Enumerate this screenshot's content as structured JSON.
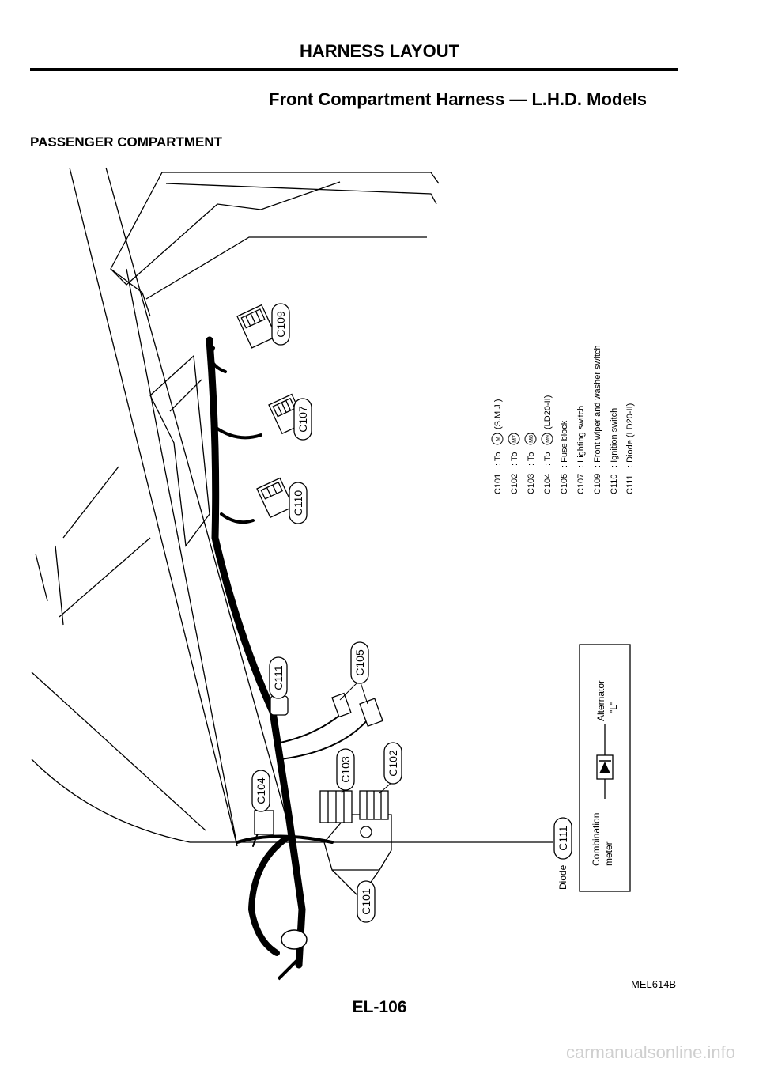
{
  "header": {
    "title": "HARNESS LAYOUT",
    "subtitle": "Front Compartment Harness — L.H.D. Models",
    "section_label": "PASSENGER COMPARTMENT"
  },
  "connectors": {
    "c109": "C109",
    "c107": "C107",
    "c110": "C110",
    "c111_top": "C111",
    "c105": "C105",
    "c103": "C103",
    "c102": "C102",
    "c104": "C104",
    "c101": "C101",
    "c111_diode": "C111"
  },
  "diode_label": "Diode",
  "legend": [
    {
      "code": "C101",
      "text": ": To",
      "ref": "M",
      "suffix": "(S.M.J.)"
    },
    {
      "code": "C102",
      "text": ": To",
      "ref": "M7",
      "suffix": ""
    },
    {
      "code": "C103",
      "text": ": To",
      "ref": "M8",
      "suffix": ""
    },
    {
      "code": "C104",
      "text": ": To",
      "ref": "M9",
      "suffix": "(LD20-II)"
    },
    {
      "code": "C105",
      "text": ": Fuse block",
      "ref": "",
      "suffix": ""
    },
    {
      "code": "C107",
      "text": ": Lighting switch",
      "ref": "",
      "suffix": ""
    },
    {
      "code": "C109",
      "text": ": Front wiper and washer switch",
      "ref": "",
      "suffix": ""
    },
    {
      "code": "C110",
      "text": ": Ignition switch",
      "ref": "",
      "suffix": ""
    },
    {
      "code": "C111",
      "text": ": Diode (LD20-II)",
      "ref": "",
      "suffix": ""
    }
  ],
  "inset": {
    "left_label": "Combination",
    "left_label2": "meter",
    "right_label": "Alternator",
    "right_label2": "\"L\""
  },
  "footer": {
    "figure_code": "MEL614B",
    "page_number": "EL-106",
    "watermark": "carmanualsonline.info"
  }
}
